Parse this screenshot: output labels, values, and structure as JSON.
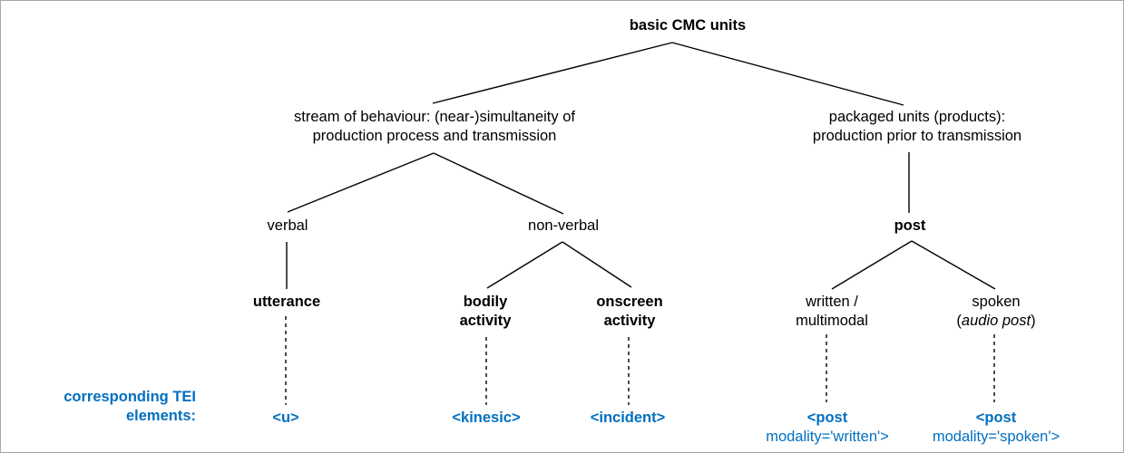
{
  "diagram": {
    "title": "basic CMC units",
    "legend_label_line1": "corresponding TEI",
    "legend_label_line2": "elements:",
    "accent_color": "#0070C0",
    "line_color": "#000000",
    "nodes": {
      "root": "basic CMC units",
      "stream_line1": "stream of behaviour: (near-)simultaneity of",
      "stream_line2": "production process and transmission",
      "packaged_line1": "packaged units (products):",
      "packaged_line2": "production prior to transmission",
      "verbal": "verbal",
      "nonverbal": "non-verbal",
      "post": "post",
      "utterance": "utterance",
      "bodily_line1": "bodily",
      "bodily_line2": "activity",
      "onscreen_line1": "onscreen",
      "onscreen_line2": "activity",
      "written_line1": "written /",
      "written_line2": "multimodal",
      "spoken_line1": "spoken",
      "spoken_line2_open": "(",
      "spoken_line2_italic": "audio post",
      "spoken_line2_close": ")"
    },
    "tei_elements": {
      "utterance": "<u>",
      "kinesic": "<kinesic>",
      "incident": "<incident>",
      "post_written_line1": "<post",
      "post_written_line2": "modality='written'>",
      "post_spoken_line1": "<post",
      "post_spoken_line2": "modality='spoken'>"
    }
  }
}
